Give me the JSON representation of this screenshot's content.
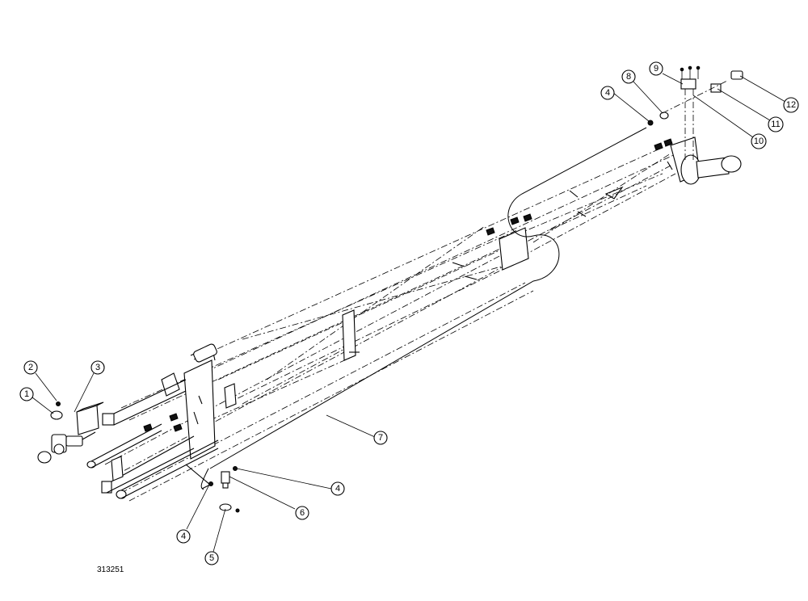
{
  "drawing": {
    "reference_number": "313251"
  },
  "callouts": [
    "1",
    "2",
    "3",
    "4",
    "4",
    "4",
    "5",
    "6",
    "7",
    "8",
    "9",
    "10",
    "11",
    "12"
  ]
}
